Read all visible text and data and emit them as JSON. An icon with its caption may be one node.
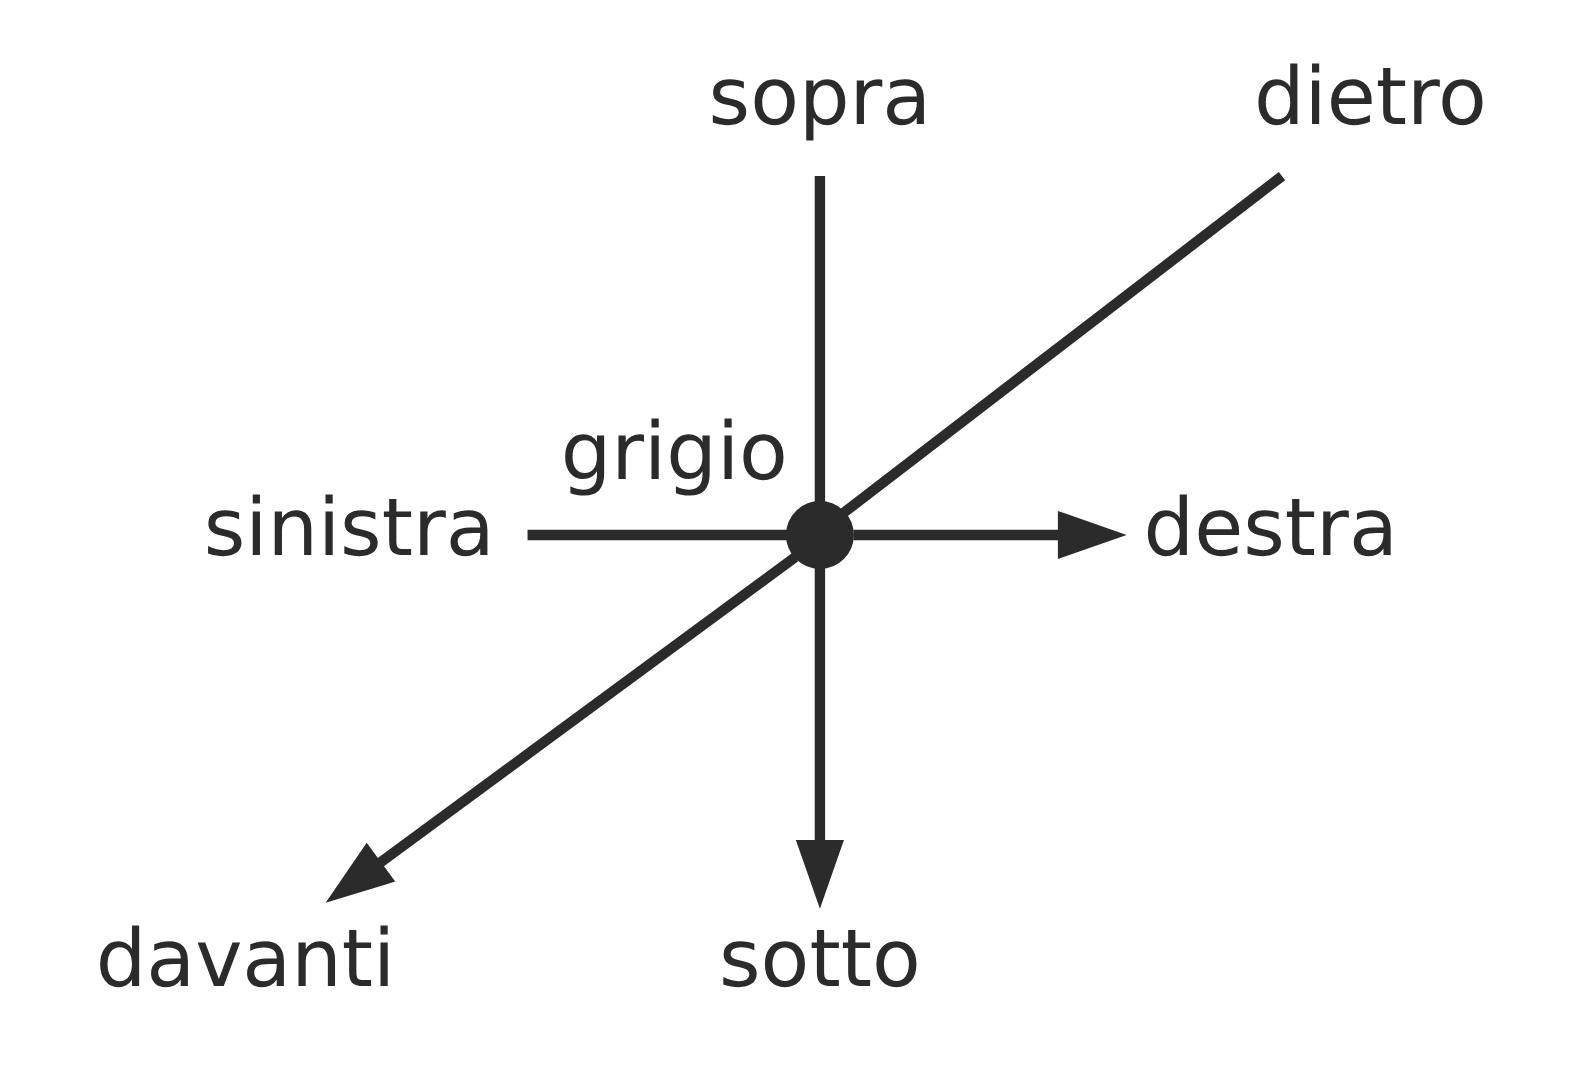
{
  "diagram": {
    "nodes": [
      {
        "text": [
          "sopra"
        ]
      },
      {
        "text": [
          "dietro"
        ]
      },
      {
        "text": [
          "sinistra"
        ]
      },
      {
        "text": [],
        "shape": "circle",
        "beside": [
          "grigio"
        ]
      },
      {
        "text": [
          "destra"
        ]
      },
      {
        "text": [
          "davanti"
        ]
      },
      {
        "text": [
          "sotto"
        ]
      }
    ],
    "edges": [
      {
        "from": 0,
        "to": 3,
        "arrow": "none"
      },
      {
        "from": 1,
        "to": 3,
        "arrow": "none"
      },
      {
        "from": 2,
        "to": 3,
        "arrow": "none"
      },
      {
        "from": 3,
        "to": 4,
        "arrow": "to"
      },
      {
        "from": 3,
        "to": 5,
        "arrow": "to"
      },
      {
        "from": 3,
        "to": 6,
        "arrow": "to"
      }
    ]
  }
}
